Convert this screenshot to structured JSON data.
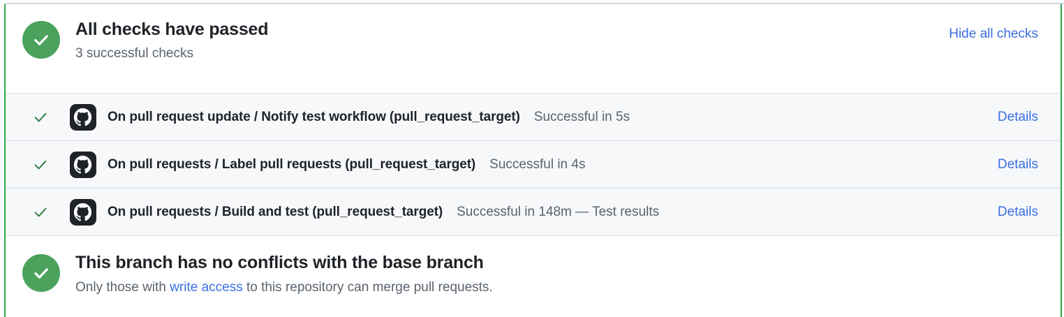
{
  "panel": {
    "accent_color": "#2da44e",
    "success_green": "#4aa25c",
    "link_blue": "#3b6ee0",
    "row_background": "#f6f8fa",
    "border_color": "#d8dee4"
  },
  "header": {
    "status_icon": "check-circle-icon",
    "title": "All checks have passed",
    "subtitle": "3 successful checks",
    "hide_all_checks_label": "Hide all checks"
  },
  "checks": {
    "details_label": "Details",
    "rows": [
      {
        "status_icon": "check-icon",
        "app_icon": "github-actions-octocat-icon",
        "name": "On pull request update / Notify test workflow (pull_request_target)",
        "description": "Successful in 5s",
        "details_label": "Details"
      },
      {
        "status_icon": "check-icon",
        "app_icon": "github-actions-octocat-icon",
        "name": "On pull requests / Label pull requests (pull_request_target)",
        "description": "Successful in 4s",
        "details_label": "Details"
      },
      {
        "status_icon": "check-icon",
        "app_icon": "github-actions-octocat-icon",
        "name": "On pull requests / Build and test (pull_request_target)",
        "description": "Successful in 148m — Test results",
        "details_label": "Details"
      }
    ]
  },
  "conflicts": {
    "status_icon": "check-circle-icon",
    "title": "This branch has no conflicts with the base branch",
    "subtitle_before": "Only those with ",
    "subtitle_link": "write access",
    "subtitle_after": " to this repository can merge pull requests."
  }
}
